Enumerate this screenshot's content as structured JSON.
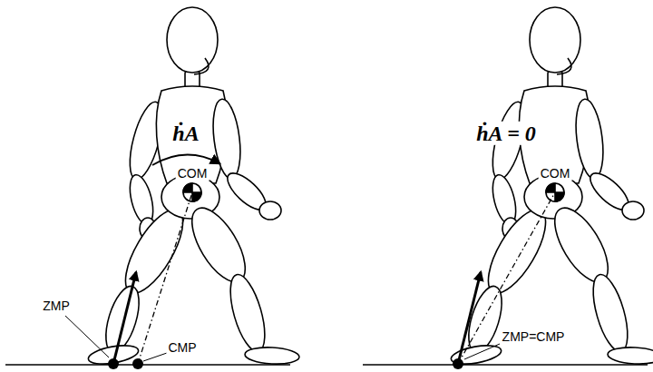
{
  "diagram": {
    "labels": [
      "ḣA",
      "COM",
      "ZMP",
      "CMP",
      "ḣA = 0",
      "COM",
      "ZMP=CMP"
    ]
  }
}
